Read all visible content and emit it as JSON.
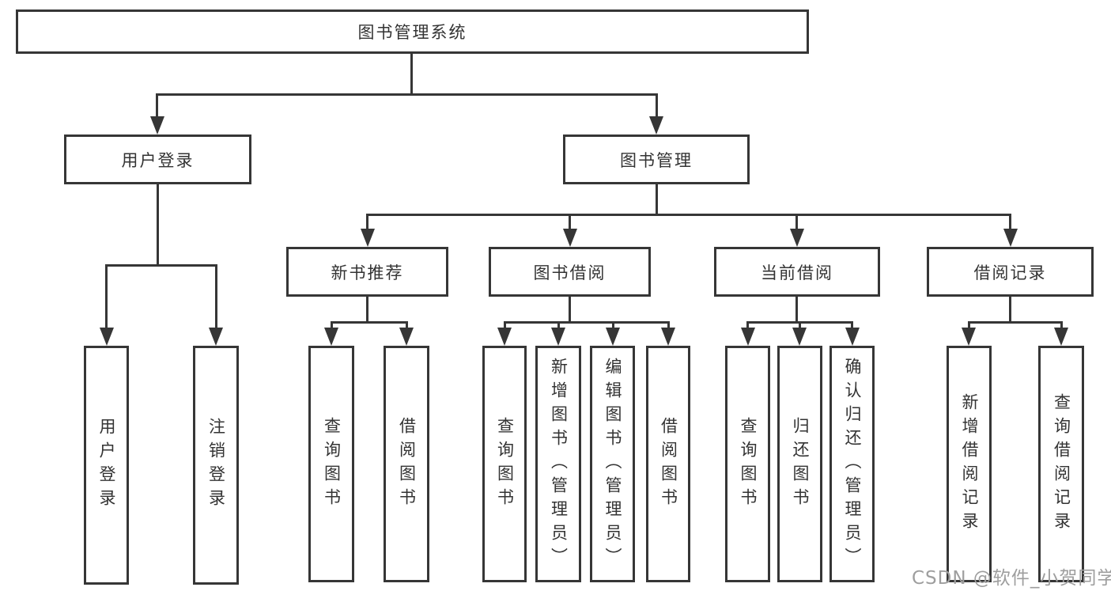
{
  "diagram": {
    "root": {
      "label": "图书管理系统"
    },
    "branches": [
      {
        "label": "用户登录",
        "children": [
          {
            "label": "用户登录"
          },
          {
            "label": "注销登录"
          }
        ]
      },
      {
        "label": "图书管理",
        "groups": [
          {
            "label": "新书推荐",
            "children": [
              {
                "label": "查询图书"
              },
              {
                "label": "借阅图书"
              }
            ]
          },
          {
            "label": "图书借阅",
            "children": [
              {
                "label": "查询图书"
              },
              {
                "label": "新增图书（管理员）"
              },
              {
                "label": "编辑图书（管理员）"
              },
              {
                "label": "借阅图书"
              }
            ]
          },
          {
            "label": "当前借阅",
            "children": [
              {
                "label": "查询图书"
              },
              {
                "label": "归还图书"
              },
              {
                "label": "确认归还（管理员）"
              }
            ]
          },
          {
            "label": "借阅记录",
            "children": [
              {
                "label": "新增借阅记录"
              },
              {
                "label": "查询借阅记录"
              }
            ]
          }
        ]
      }
    ],
    "watermark": "CSDN @软件_小贺同学"
  },
  "colors": {
    "line": "#363636",
    "text": "#333333",
    "watermark": "#9e9e9e",
    "background": "#ffffff"
  }
}
